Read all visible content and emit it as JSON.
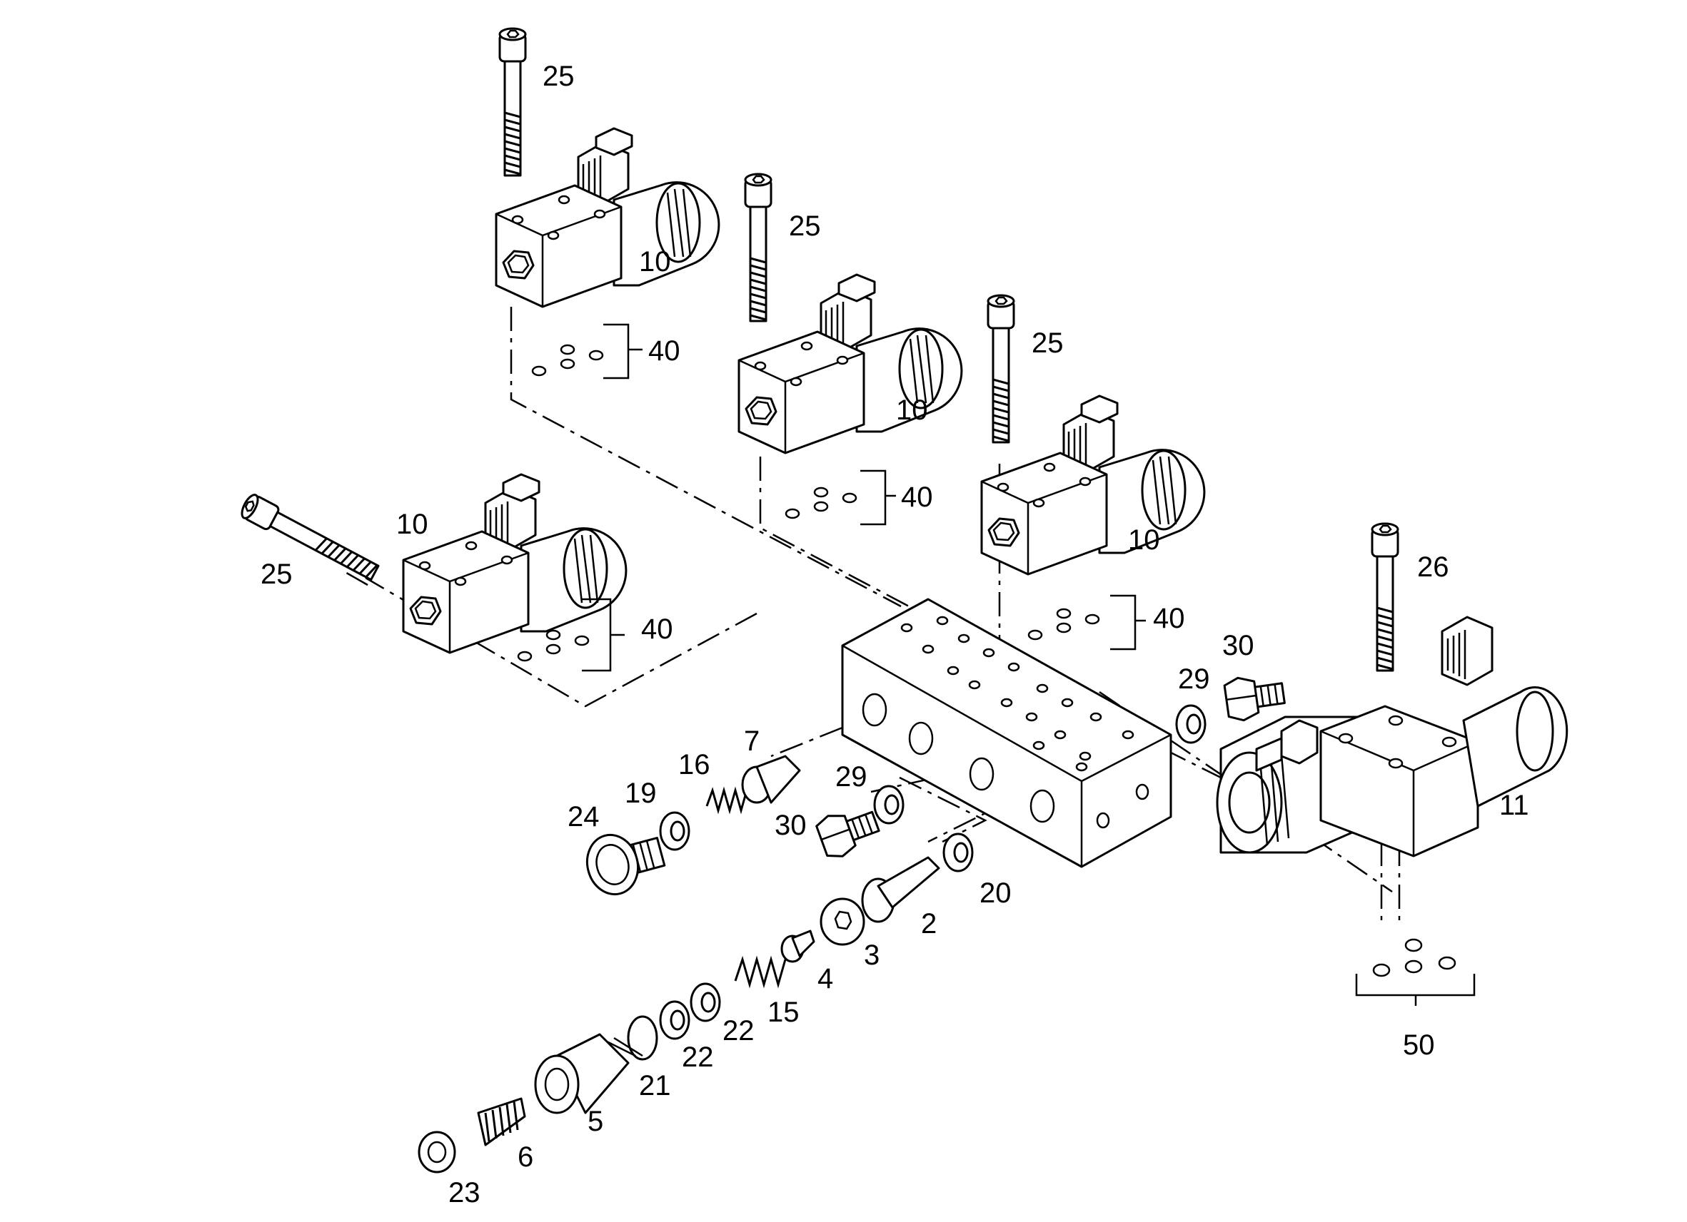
{
  "labels": {
    "l25a": "25",
    "l25b": "25",
    "l25c": "25",
    "l25d": "25",
    "l10a": "10",
    "l10b": "10",
    "l10c": "10",
    "l10d": "10",
    "l40a": "40",
    "l40b": "40",
    "l40c": "40",
    "l40d": "40",
    "l26": "26",
    "l11": "11",
    "l50": "50",
    "l29a": "29",
    "l30a": "30",
    "l29b": "29",
    "l30b": "30",
    "l7": "7",
    "l16": "16",
    "l19": "19",
    "l24": "24",
    "l20": "20",
    "l2": "2",
    "l3": "3",
    "l4": "4",
    "l15": "15",
    "l22a": "22",
    "l22b": "22",
    "l21": "21",
    "l5": "5",
    "l6": "6",
    "l23": "23"
  },
  "colors": {
    "line": "#000000",
    "background": "#ffffff"
  }
}
